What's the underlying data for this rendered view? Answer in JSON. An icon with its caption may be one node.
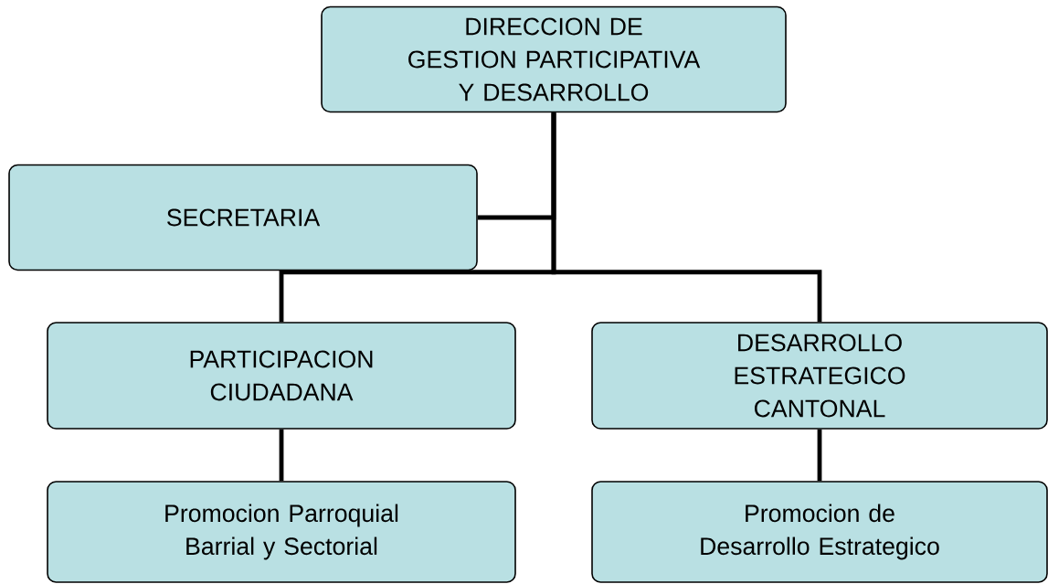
{
  "diagram": {
    "nodes": [
      {
        "text": [
          "DIRECCION DE GESTION PARTICIPATIVA Y DESARROLLO"
        ]
      },
      {
        "text": [
          "SECRETARIA"
        ]
      },
      {
        "text": [
          "PARTICIPACION CIUDADANA"
        ]
      },
      {
        "text": [
          "DESARROLLO ESTRATEGICO CANTONAL"
        ]
      },
      {
        "text": [
          "Promocion Parroquial Barrial y Sectorial"
        ]
      },
      {
        "text": [
          "Promocion de Desarrollo Estrategico"
        ]
      }
    ],
    "edges": [
      {
        "from": 0,
        "to": 1,
        "arrow": "none"
      },
      {
        "from": 0,
        "to": 2,
        "arrow": "none"
      },
      {
        "from": 0,
        "to": 3,
        "arrow": "none"
      },
      {
        "from": 2,
        "to": 4,
        "arrow": "none"
      },
      {
        "from": 3,
        "to": 5,
        "arrow": "none"
      }
    ]
  }
}
